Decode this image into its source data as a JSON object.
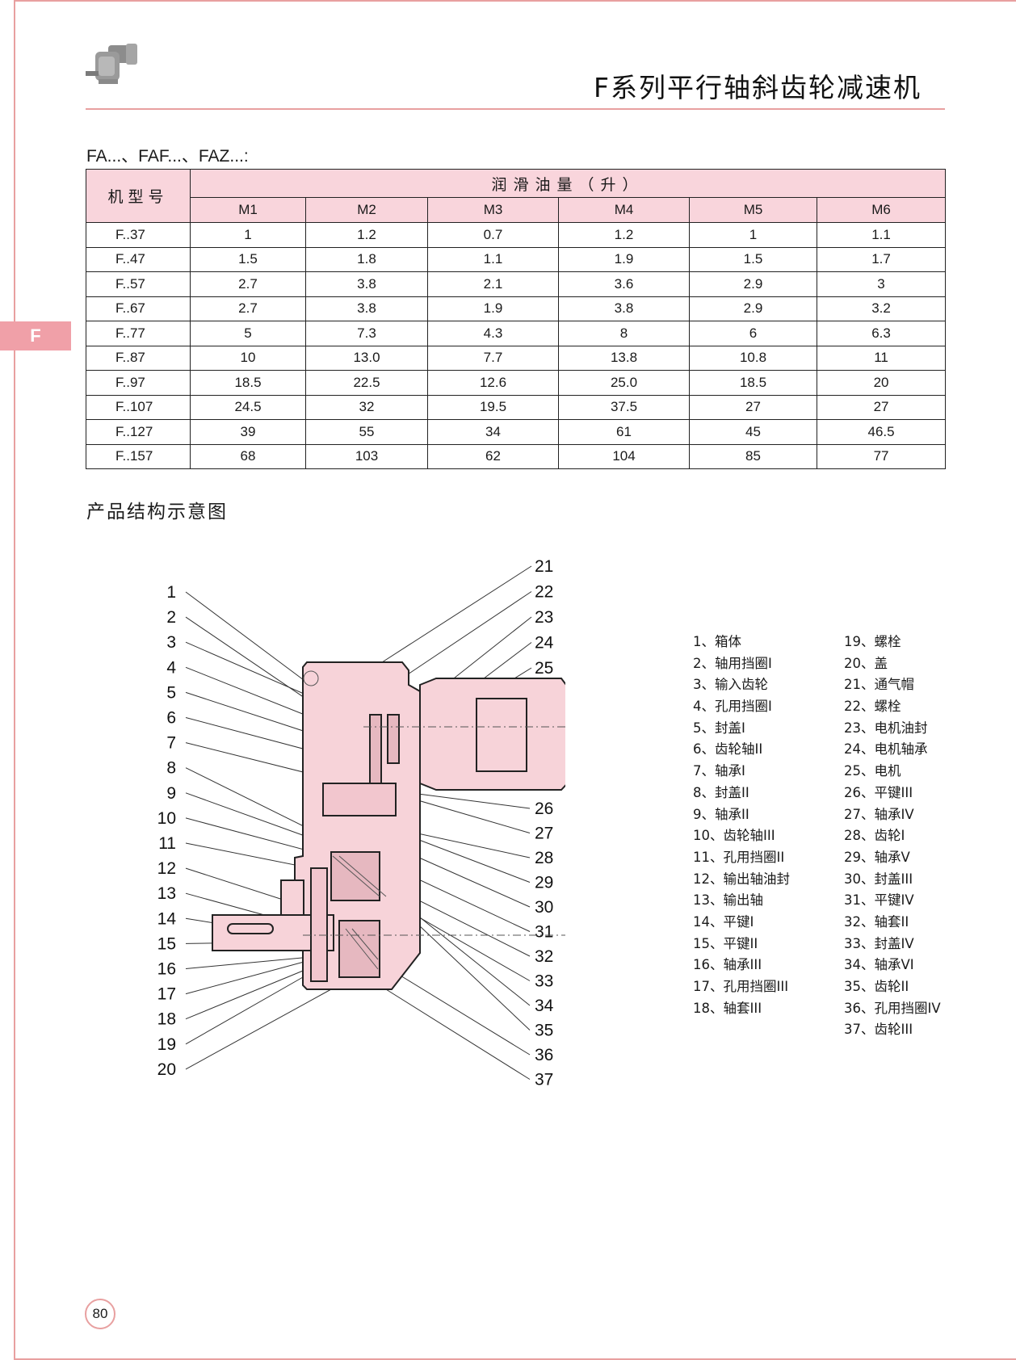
{
  "header": {
    "title": "F系列平行轴斜齿轮减速机"
  },
  "side_tab": {
    "label": "F"
  },
  "table_section": {
    "subtitle": "FA...、FAF...、FAZ...:",
    "model_header": "机型号",
    "oil_header": "润滑油量（升）",
    "mount_columns": [
      "M1",
      "M2",
      "M3",
      "M4",
      "M5",
      "M6"
    ],
    "rows": [
      {
        "model": "F..37",
        "values": [
          "1",
          "1.2",
          "0.7",
          "1.2",
          "1",
          "1.1"
        ]
      },
      {
        "model": "F..47",
        "values": [
          "1.5",
          "1.8",
          "1.1",
          "1.9",
          "1.5",
          "1.7"
        ]
      },
      {
        "model": "F..57",
        "values": [
          "2.7",
          "3.8",
          "2.1",
          "3.6",
          "2.9",
          "3"
        ]
      },
      {
        "model": "F..67",
        "values": [
          "2.7",
          "3.8",
          "1.9",
          "3.8",
          "2.9",
          "3.2"
        ]
      },
      {
        "model": "F..77",
        "values": [
          "5",
          "7.3",
          "4.3",
          "8",
          "6",
          "6.3"
        ]
      },
      {
        "model": "F..87",
        "values": [
          "10",
          "13.0",
          "7.7",
          "13.8",
          "10.8",
          "11"
        ]
      },
      {
        "model": "F..97",
        "values": [
          "18.5",
          "22.5",
          "12.6",
          "25.0",
          "18.5",
          "20"
        ]
      },
      {
        "model": "F..107",
        "values": [
          "24.5",
          "32",
          "19.5",
          "37.5",
          "27",
          "27"
        ]
      },
      {
        "model": "F..127",
        "values": [
          "39",
          "55",
          "34",
          "61",
          "45",
          "46.5"
        ]
      },
      {
        "model": "F..157",
        "values": [
          "68",
          "103",
          "62",
          "104",
          "85",
          "77"
        ]
      }
    ]
  },
  "diagram_section": {
    "title": "产品结构示意图",
    "left_numbers": [
      "1",
      "2",
      "3",
      "4",
      "5",
      "6",
      "7",
      "8",
      "9",
      "10",
      "11",
      "12",
      "13",
      "14",
      "15",
      "16",
      "17",
      "18",
      "19",
      "20"
    ],
    "top_right_numbers": [
      "21",
      "22",
      "23",
      "24",
      "25"
    ],
    "right_numbers": [
      "26",
      "27",
      "28",
      "29",
      "30",
      "31",
      "32",
      "33",
      "34",
      "35",
      "36",
      "37"
    ]
  },
  "legend": {
    "col1": [
      "1、箱体",
      "2、轴用挡圈I",
      "3、输入齿轮",
      "4、孔用挡圈I",
      "5、封盖I",
      "6、齿轮轴II",
      "7、轴承I",
      "8、封盖II",
      "9、轴承II",
      "10、齿轮轴III",
      "11、孔用挡圈II",
      "12、输出轴油封",
      "13、输出轴",
      "14、平键I",
      "15、平键II",
      "16、轴承III",
      "17、孔用挡圈III",
      "18、轴套III"
    ],
    "col2": [
      "19、螺栓",
      "20、盖",
      "21、通气帽",
      "22、螺栓",
      "23、电机油封",
      "24、电机轴承",
      "25、电机",
      "26、平键III",
      "27、轴承IV",
      "28、齿轮I",
      "29、轴承V",
      "30、封盖III",
      "31、平键IV",
      "32、轴套II",
      "33、封盖IV",
      "34、轴承VI",
      "35、齿轮II",
      "36、孔用挡圈IV",
      "37、齿轮III"
    ]
  },
  "footer": {
    "page_number": "80"
  },
  "colors": {
    "accent": "#e8a0a0",
    "header_fill": "#f9d5dc",
    "tab_fill": "#f0a0a8",
    "diagram_fill": "#f7d3d9"
  }
}
